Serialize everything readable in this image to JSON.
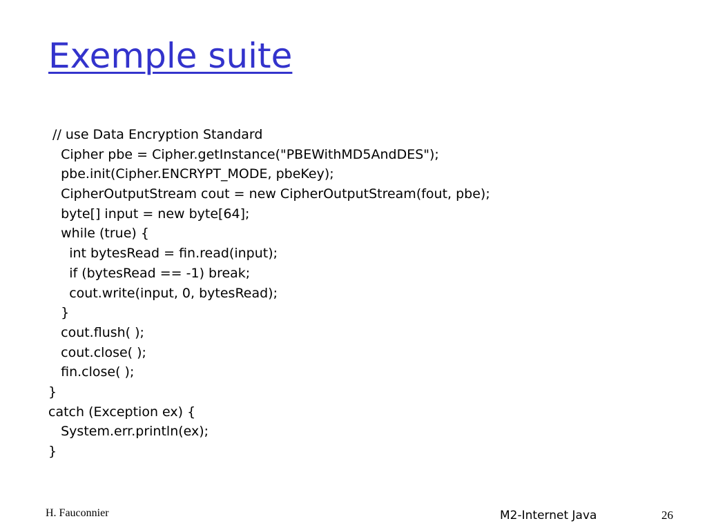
{
  "slide": {
    "title": "Exemple suite",
    "code_lines": [
      " // use Data Encryption Standard",
      "   Cipher pbe = Cipher.getInstance(\"PBEWithMD5AndDES\");",
      "   pbe.init(Cipher.ENCRYPT_MODE, pbeKey);",
      "   CipherOutputStream cout = new CipherOutputStream(fout, pbe);",
      "   byte[] input = new byte[64];",
      "   while (true) {",
      "     int bytesRead = fin.read(input);",
      "     if (bytesRead == -1) break;",
      "     cout.write(input, 0, bytesRead);",
      "   }",
      "   cout.flush( );",
      "   cout.close( );",
      "   fin.close( );",
      "}",
      "catch (Exception ex) {",
      "   System.err.println(ex);",
      "}"
    ]
  },
  "footer": {
    "author": "H. Fauconnier",
    "course": "M2-Internet Java",
    "page_number": "26"
  },
  "colors": {
    "title": "#3333cc",
    "text": "#000000",
    "background": "#ffffff"
  }
}
